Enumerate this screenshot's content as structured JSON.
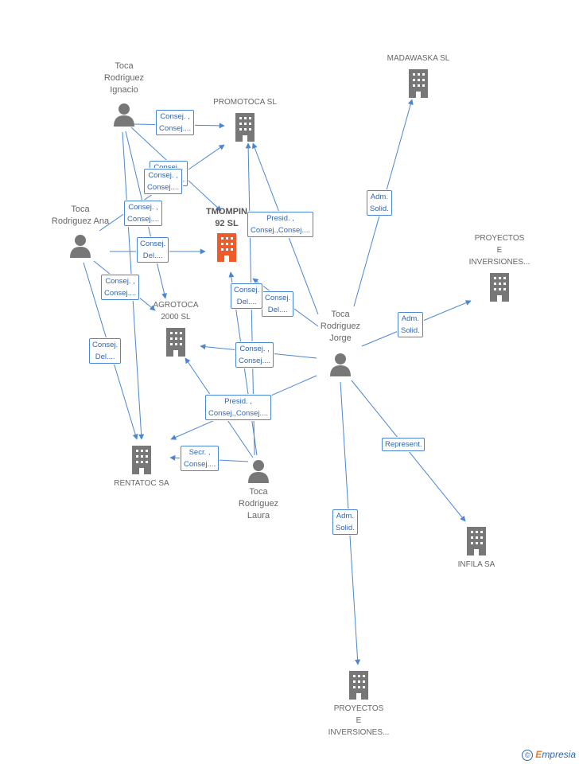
{
  "colors": {
    "edge": "#4a86d4",
    "company": "#777777",
    "focus_company": "#f05a28",
    "person": "#777777"
  },
  "nodes": {
    "madawaska": {
      "label": "MADAWASKA SL"
    },
    "promotoca": {
      "label": "PROMOTOCA SL"
    },
    "tmompin": {
      "label": "TMOMPIN\n92 SL"
    },
    "proyectos_right": {
      "label": "PROYECTOS\nE\nINVERSIONES..."
    },
    "agrotoca": {
      "label": "AGROTOCA\n2000 SL"
    },
    "rentatoc": {
      "label": "RENTATOC SA"
    },
    "infila": {
      "label": "INFILA SA"
    },
    "proyectos_bottom": {
      "label": "PROYECTOS\nE\nINVERSIONES..."
    },
    "ignacio": {
      "label": "Toca\nRodriguez\nIgnacio"
    },
    "ana": {
      "label": "Toca\nRodriguez Ana"
    },
    "jorge": {
      "label": "Toca\nRodriguez\nJorge"
    },
    "laura": {
      "label": "Toca\nRodriguez\nLaura"
    }
  },
  "relations": [
    {
      "id": "r1",
      "text": "Consej. ,\nConsej...."
    },
    {
      "id": "r2",
      "text": "Consej. ,\nConsej...."
    },
    {
      "id": "r3",
      "text": "Consej. ,\nConsej...."
    },
    {
      "id": "r4",
      "text": "Consej. ,\nConsej...."
    },
    {
      "id": "r5",
      "text": "Consej.\nDel...."
    },
    {
      "id": "r6",
      "text": "Consej. ,\nConsej...."
    },
    {
      "id": "r7",
      "text": "Consej.\nDel...."
    },
    {
      "id": "r8",
      "text": "Presid. ,\nConsej.,Consej...."
    },
    {
      "id": "r9",
      "text": "Adm.\nSolid."
    },
    {
      "id": "r10",
      "text": "Adm.\nSolid."
    },
    {
      "id": "r11",
      "text": "Consej.\nDel...."
    },
    {
      "id": "r12",
      "text": "Consej.\nDel...."
    },
    {
      "id": "r13",
      "text": "Consej. ,\nConsej...."
    },
    {
      "id": "r14",
      "text": "Presid. ,\nConsej.,Consej...."
    },
    {
      "id": "r15",
      "text": "Secr. ,\nConsej...."
    },
    {
      "id": "r16",
      "text": "Represent."
    },
    {
      "id": "r17",
      "text": "Adm.\nSolid."
    }
  ],
  "brand": {
    "symbol": "©",
    "name_first": "E",
    "name_rest": "mpresia"
  }
}
